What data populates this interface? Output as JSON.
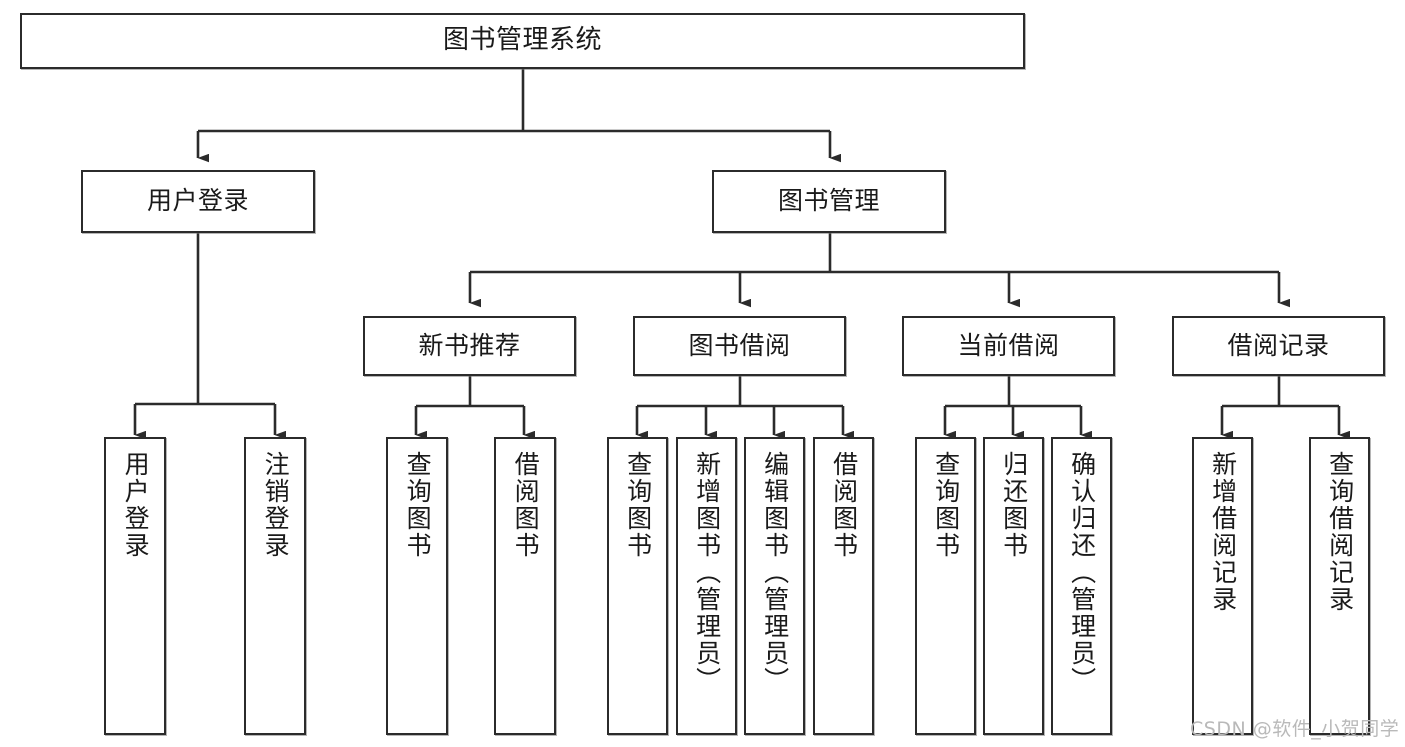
{
  "diagram": {
    "type": "hierarchy-tree",
    "title": "图书管理系统",
    "orientation": "top-down",
    "colors": {
      "node_border": "#2b2b2b",
      "node_fill": "#ffffff",
      "connector": "#2b2b2b",
      "text": "#1a1a1a",
      "watermark": "#b9b9b9",
      "background": "#ffffff"
    },
    "nodes": {
      "root": {
        "label": "图书管理系统"
      },
      "level2": [
        {
          "id": "user-login",
          "label": "用户登录"
        },
        {
          "id": "book-manage",
          "label": "图书管理"
        }
      ],
      "level3": [
        {
          "id": "new-book-recommend",
          "label": "新书推荐"
        },
        {
          "id": "book-borrow",
          "label": "图书借阅"
        },
        {
          "id": "current-borrow",
          "label": "当前借阅"
        },
        {
          "id": "borrow-record",
          "label": "借阅记录"
        }
      ],
      "leaves": {
        "user-login": [
          {
            "id": "leaf-user-login",
            "label": "用户登录"
          },
          {
            "id": "leaf-user-logout",
            "label": "注销登录"
          }
        ],
        "new-book-recommend": [
          {
            "id": "leaf-query-book-1",
            "label": "查询图书"
          },
          {
            "id": "leaf-borrow-book-1",
            "label": "借阅图书"
          }
        ],
        "book-borrow": [
          {
            "id": "leaf-query-book-2",
            "label": "查询图书"
          },
          {
            "id": "leaf-add-book",
            "label": "新增图书（管理员）"
          },
          {
            "id": "leaf-edit-book",
            "label": "编辑图书（管理员）"
          },
          {
            "id": "leaf-borrow-book-2",
            "label": "借阅图书"
          }
        ],
        "current-borrow": [
          {
            "id": "leaf-query-book-3",
            "label": "查询图书"
          },
          {
            "id": "leaf-return-book",
            "label": "归还图书"
          },
          {
            "id": "leaf-confirm-return",
            "label": "确认归还（管理员）"
          }
        ],
        "borrow-record": [
          {
            "id": "leaf-add-record",
            "label": "新增借阅记录"
          },
          {
            "id": "leaf-query-record",
            "label": "查询借阅记录"
          }
        ]
      }
    }
  },
  "watermark": {
    "text": "CSDN @软件_小贺同学"
  }
}
